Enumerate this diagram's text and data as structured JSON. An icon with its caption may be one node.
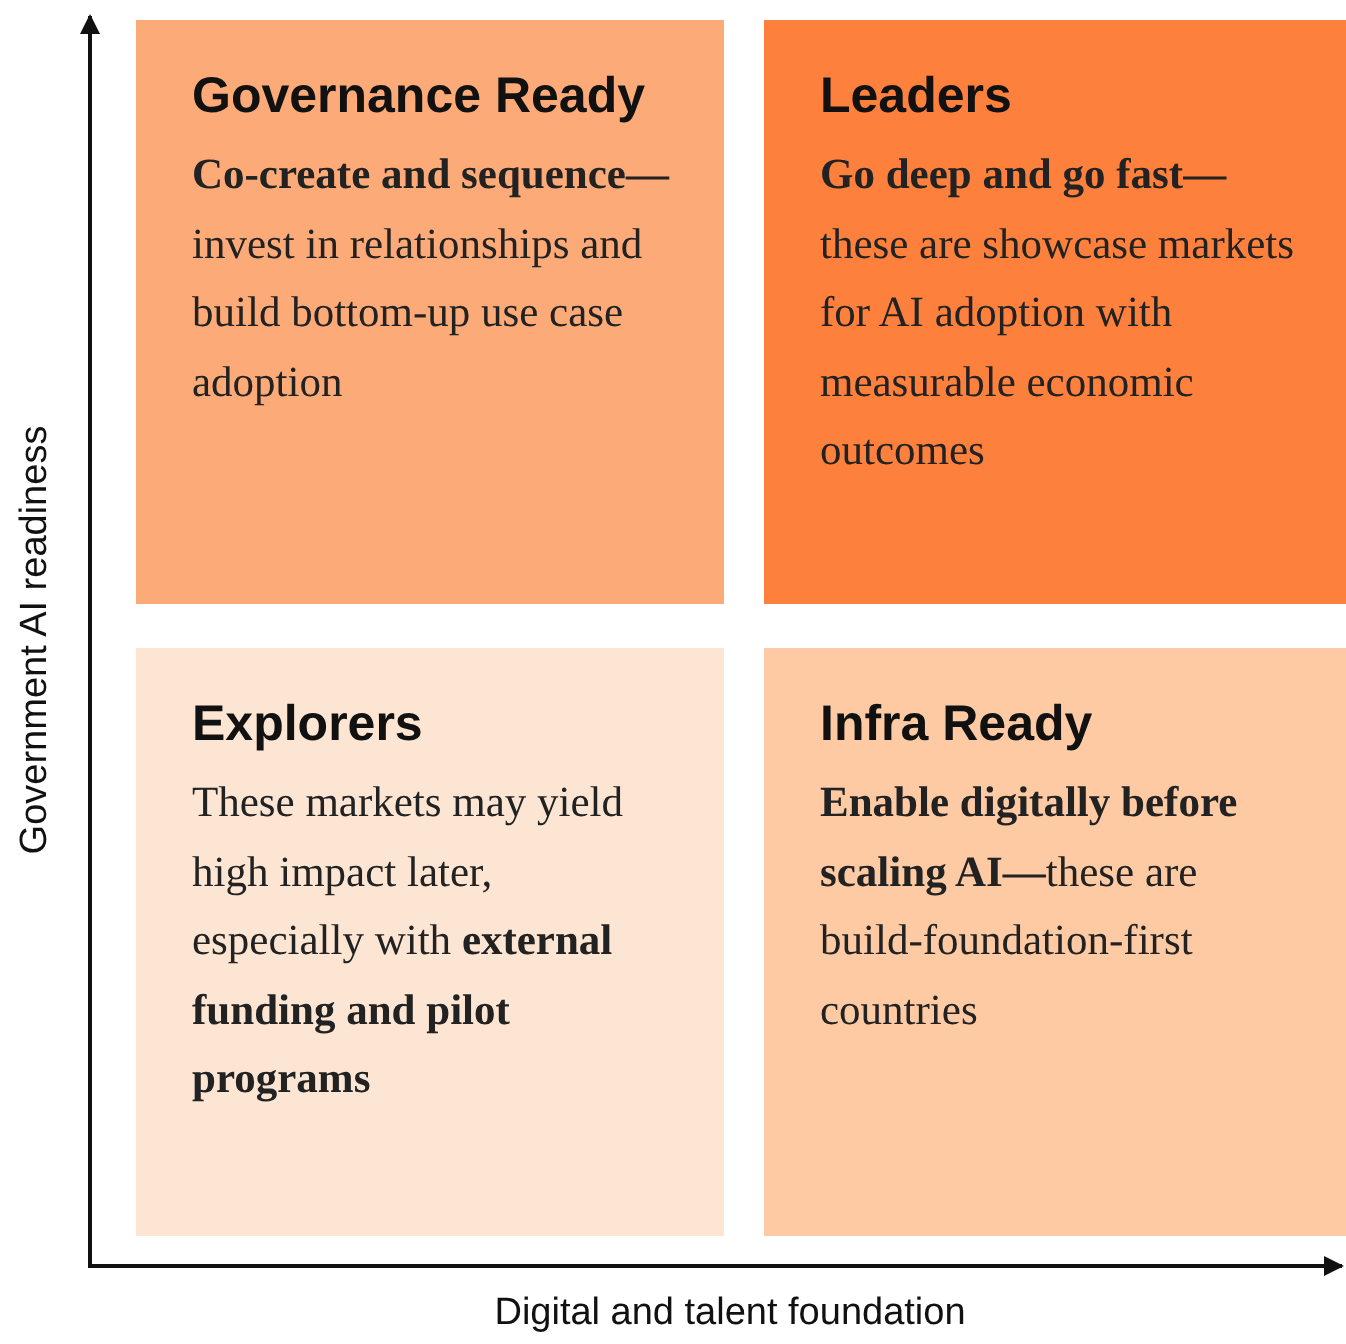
{
  "diagram": {
    "nodes": [
      {
        "text": [
          "Governance Ready",
          "**Co-create and sequence—**invest in relationships and build bottom-up use case adoption"
        ]
      },
      {
        "text": [
          "Leaders",
          "**Go deep and go fast—**these are showcase markets for AI adoption with measurable economic outcomes"
        ]
      },
      {
        "text": [
          "Explorers",
          "These markets may yield high impact later, especially with **external funding and pilot programs**"
        ]
      },
      {
        "text": [
          "Infra Ready",
          "**Enable digitally before scaling AI—**these are build-foundation-first countries"
        ]
      }
    ],
    "labels": [
      "Government AI readiness",
      "Digital and talent foundation"
    ]
  }
}
